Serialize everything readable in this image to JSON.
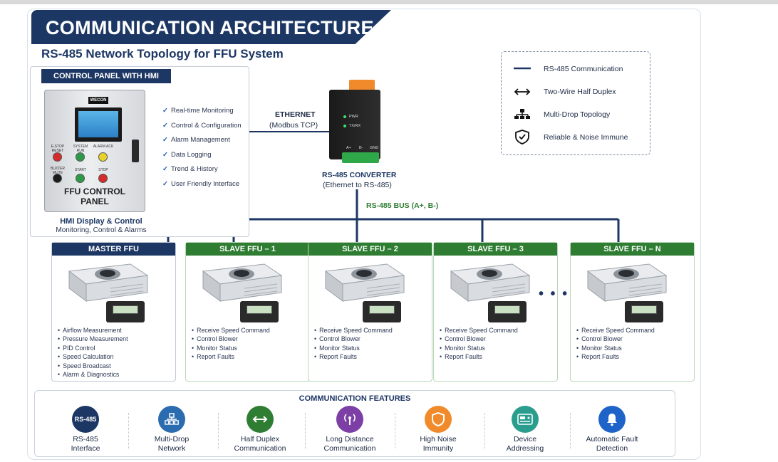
{
  "title": "COMMUNICATION ARCHITECTURE",
  "subtitle": "RS-485 Network Topology for FFU System",
  "control_panel": {
    "header": "CONTROL PANEL WITH HMI",
    "brand": "WECON",
    "buttons": [
      "E-STOP RESET",
      "SYSTEM RUN",
      "ALARM ACK",
      "BUZZER MUTE",
      "START",
      "STOP"
    ],
    "name_line1": "FFU CONTROL",
    "name_line2": "PANEL",
    "features": [
      "Real-time Monitoring",
      "Control & Configuration",
      "Alarm Management",
      "Data Logging",
      "Trend & History",
      "User Friendly Interface"
    ],
    "caption_title": "HMI Display & Control",
    "caption_sub": "Monitoring, Control & Alarms"
  },
  "ethernet": {
    "label": "ETHERNET",
    "protocol": "(Modbus TCP)"
  },
  "converter": {
    "leds": [
      "PWR",
      "TX/RX"
    ],
    "pins": [
      "A+",
      "B-",
      "GND"
    ],
    "title": "RS-485 CONVERTER",
    "sub": "(Ethernet to RS-485)"
  },
  "bus_label": "RS-485 BUS (A+, B-)",
  "legend": [
    {
      "icon": "line-icon",
      "label": "RS-485 Communication"
    },
    {
      "icon": "double-arrow-icon",
      "label": "Two-Wire Half Duplex"
    },
    {
      "icon": "topology-icon",
      "label": "Multi-Drop Topology"
    },
    {
      "icon": "shield-check-icon",
      "label": "Reliable & Noise Immune"
    }
  ],
  "ffus": [
    {
      "title": "MASTER FFU",
      "items": [
        "Airflow Measurement",
        "Pressure Measurement",
        "PID Control",
        "Speed Calculation",
        "Speed Broadcast",
        "Alarm & Diagnostics"
      ]
    },
    {
      "title": "SLAVE FFU – 1",
      "items": [
        "Receive Speed Command",
        "Control Blower",
        "Monitor Status",
        "Report Faults"
      ]
    },
    {
      "title": "SLAVE FFU – 2",
      "items": [
        "Receive Speed Command",
        "Control Blower",
        "Monitor Status",
        "Report Faults"
      ]
    },
    {
      "title": "SLAVE FFU – 3",
      "items": [
        "Receive Speed Command",
        "Control Blower",
        "Monitor Status",
        "Report Faults"
      ]
    },
    {
      "title": "SLAVE FFU – N",
      "items": [
        "Receive Speed Command",
        "Control Blower",
        "Monitor Status",
        "Report Faults"
      ]
    }
  ],
  "ellipsis": "• • •",
  "features_panel": {
    "title": "COMMUNICATION FEATURES",
    "items": [
      {
        "icon": "rs485-badge-icon",
        "badge": "RS-485",
        "line1": "RS-485",
        "line2": "Interface",
        "color": "#1d3764"
      },
      {
        "icon": "network-icon",
        "line1": "Multi-Drop",
        "line2": "Network",
        "color": "#2b6cb0"
      },
      {
        "icon": "double-arrow-icon",
        "line1": "Half Duplex",
        "line2": "Communication",
        "color": "#2e7d32"
      },
      {
        "icon": "antenna-icon",
        "line1": "Long Distance",
        "line2": "Communication",
        "color": "#7b3fa6"
      },
      {
        "icon": "shield-icon",
        "line1": "High Noise",
        "line2": "Immunity",
        "color": "#f08a2a"
      },
      {
        "icon": "device-icon",
        "line1": "Device",
        "line2": "Addressing",
        "color": "#2a9d8f"
      },
      {
        "icon": "bell-icon",
        "line1": "Automatic Fault",
        "line2": "Detection",
        "color": "#1e64c8"
      }
    ]
  }
}
